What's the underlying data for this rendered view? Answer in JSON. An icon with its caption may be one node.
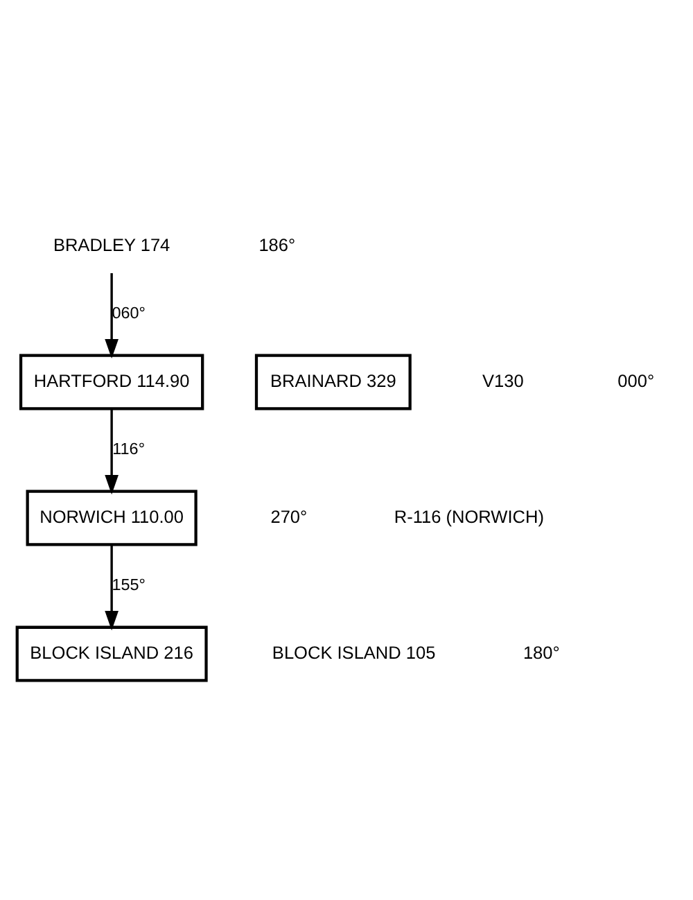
{
  "diagram": {
    "nodes": [
      {
        "text": [
          "BRADLEY 174"
        ]
      },
      {
        "text": [
          "BRAINARD 329"
        ]
      },
      {
        "text": [
          "HARTFORD 114.90"
        ]
      },
      {
        "text": [
          "NORWICH 110.00"
        ]
      },
      {
        "text": [
          "BLOCK ISLAND 216"
        ]
      },
      {
        "text": [
          "BLOCK ISLAND 105"
        ]
      }
    ],
    "edges": [
      {
        "from": 0,
        "to": 2,
        "arrow": "to",
        "label": "060°"
      },
      {
        "from": 2,
        "to": 3,
        "arrow": "to",
        "label": "116°"
      },
      {
        "from": 3,
        "to": 4,
        "arrow": "to",
        "label": "155°"
      }
    ],
    "labels": [
      "186°",
      "V130",
      "000°",
      "270°",
      "R-116 (NORWICH)",
      "180°"
    ]
  }
}
